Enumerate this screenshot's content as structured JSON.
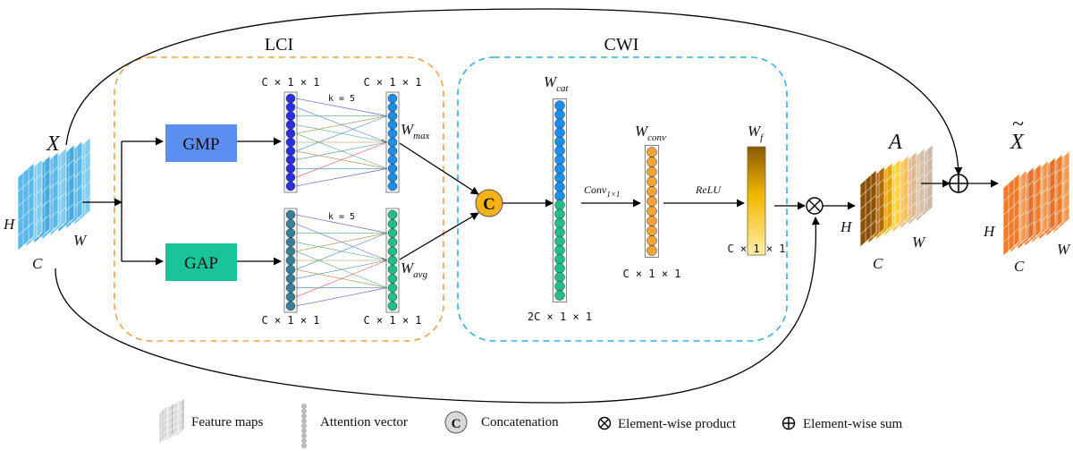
{
  "regions": {
    "lci": "LCI",
    "cwi": "CWI"
  },
  "blocks": {
    "gmp": "GMP",
    "gap": "GAP",
    "concat": "C"
  },
  "labels": {
    "x_input": "X",
    "a_output": "A",
    "x_tilde": "X",
    "tilde": "~",
    "h": "H",
    "w": "W",
    "c": "C"
  },
  "dims": {
    "c11": "C × 1 × 1",
    "twoc11": "2C × 1 × 1",
    "kernel": "k = 5"
  },
  "weights": {
    "w": "W",
    "max": "max",
    "avg": "avg",
    "cat": "cat",
    "conv": "conv",
    "f": "f"
  },
  "ops": {
    "conv": "Conv",
    "conv_sub": "1×1",
    "relu": "ReLU",
    "product": "⊗",
    "sum": "⊕"
  },
  "legend": {
    "feature_maps": "Feature maps",
    "attention_vector": "Attention vector",
    "concat_symbol": "C",
    "concatenation": "Concatenation",
    "product_symbol": "⊗",
    "product": "Element-wise product",
    "sum_symbol": "⊕",
    "sum": "Element-wise sum"
  },
  "colors": {
    "input_blue": "#5bb8ea",
    "gmp_fill": "#5b8ef0",
    "gap_fill": "#19c49a",
    "max_vec_dark": "#2a2de0",
    "max_vec_light": "#1b8ef0",
    "avg_vec_dark": "#3a7f98",
    "avg_vec_light": "#1fbf86",
    "concat_fill": "#f7b316",
    "conv_fill": "#f7a23a",
    "output_orange": "#f07b2a",
    "lci_border": "#f0a24a",
    "cwi_border": "#3aaee0"
  }
}
